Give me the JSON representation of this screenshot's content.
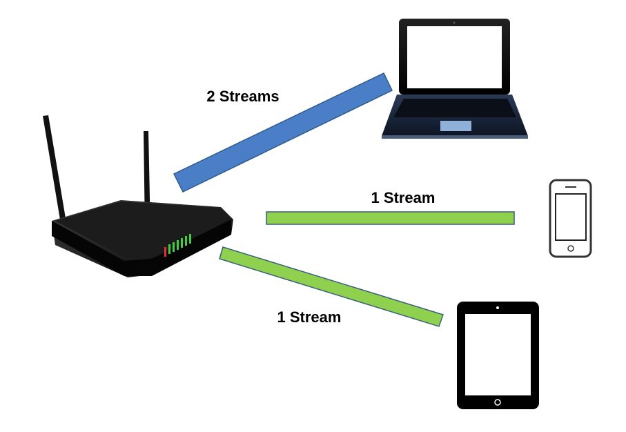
{
  "links": [
    {
      "label": "2 Streams",
      "device": "laptop",
      "color": "#4a7fc8"
    },
    {
      "label": "1 Stream",
      "device": "phone",
      "color": "#8fd14f"
    },
    {
      "label": "1 Stream",
      "device": "tablet",
      "color": "#8fd14f"
    }
  ],
  "colors": {
    "stroke": "#3a5f7a",
    "device": "#111111"
  }
}
